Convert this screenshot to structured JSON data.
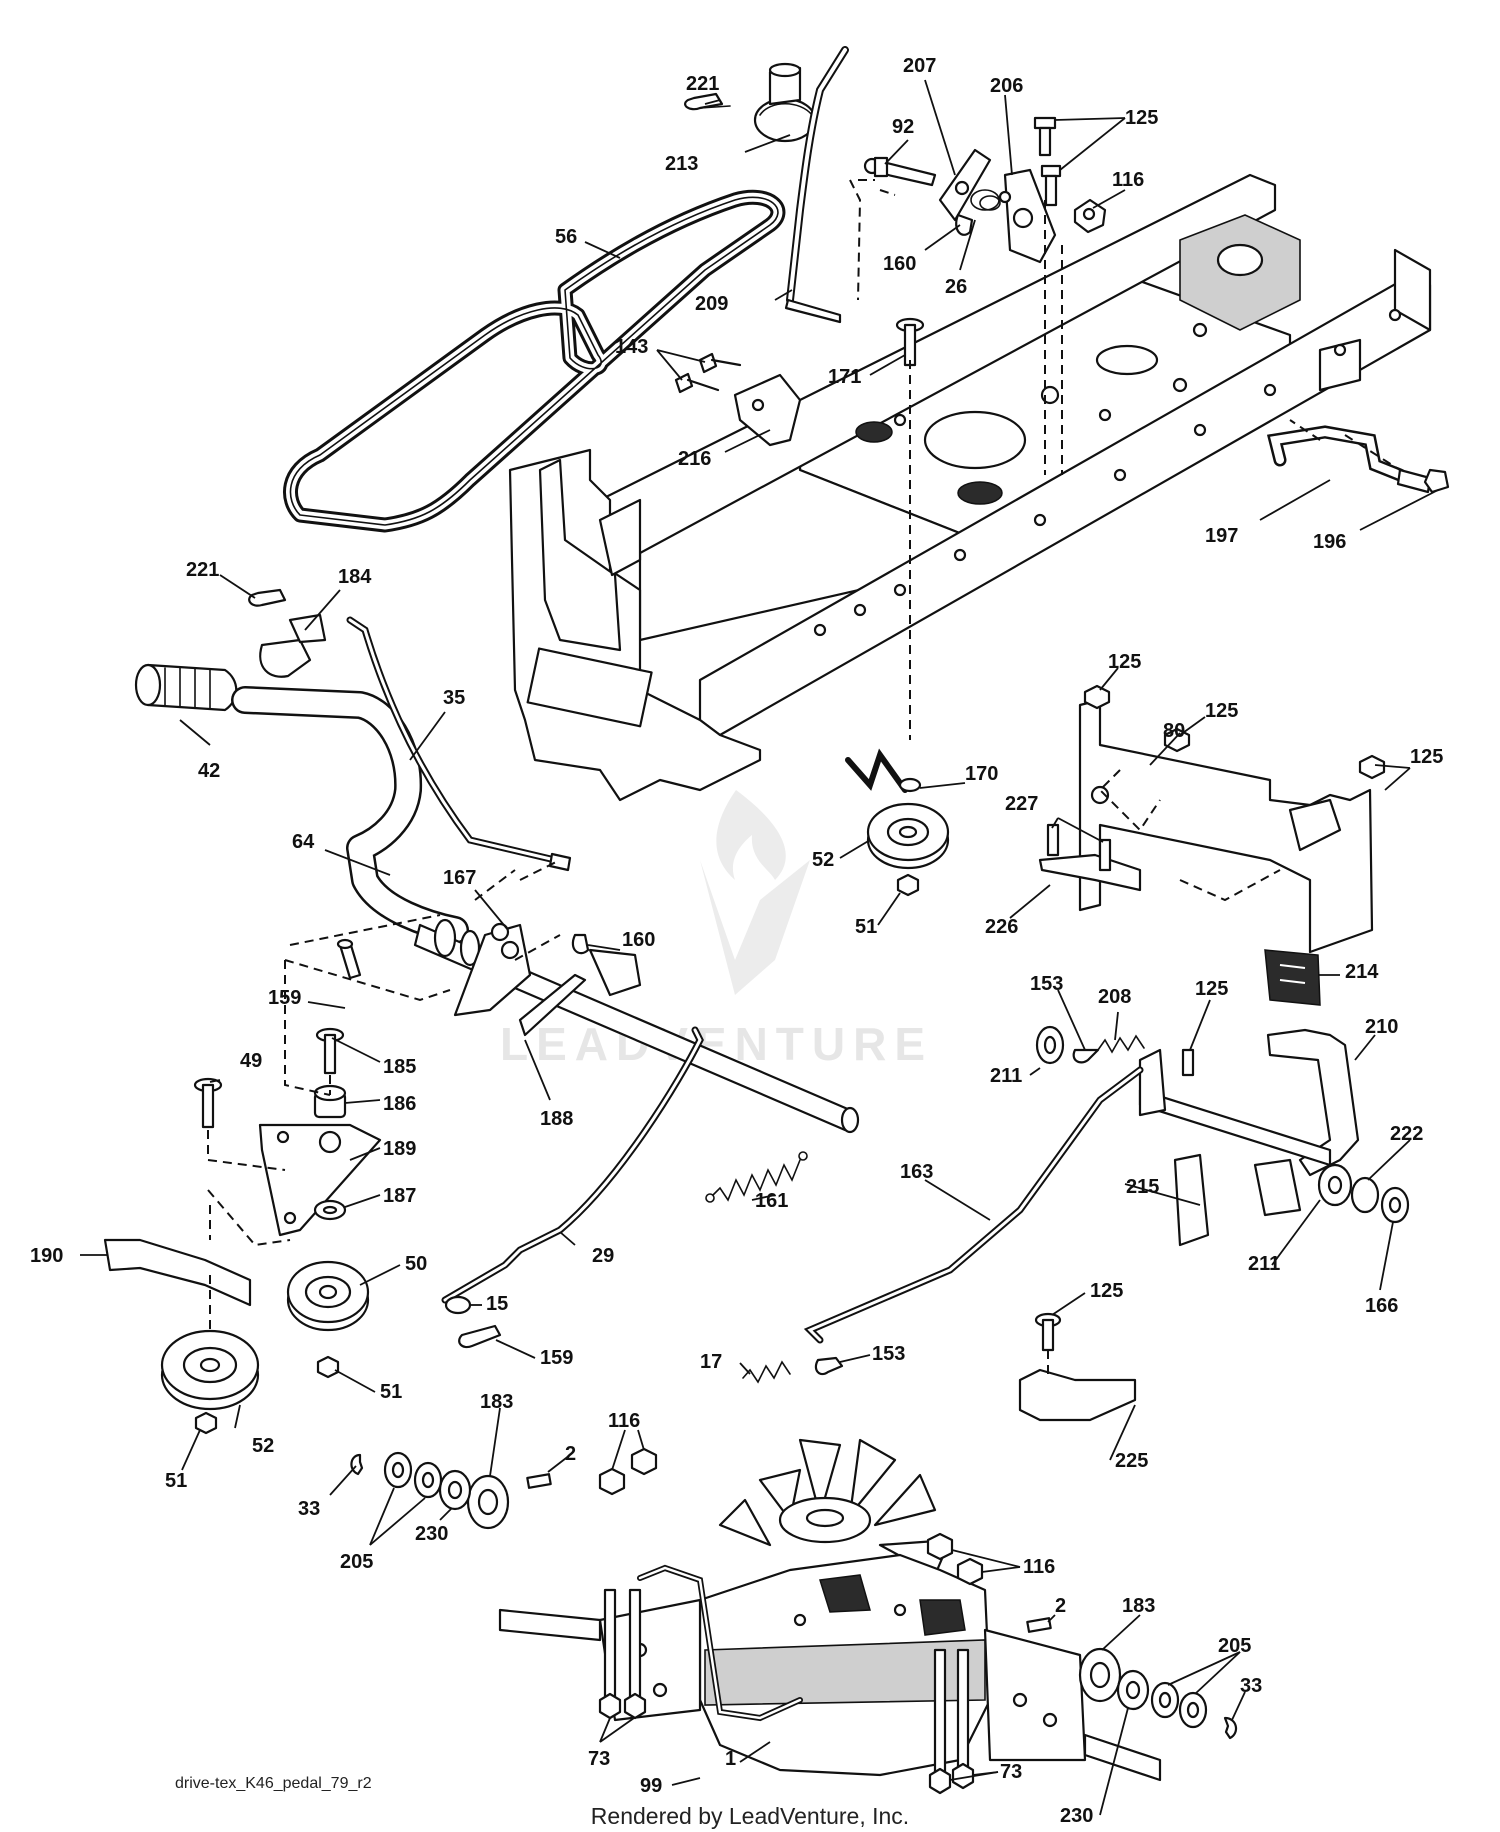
{
  "diagram": {
    "callouts": [
      {
        "id": "c221a",
        "text": "221"
      },
      {
        "id": "c213",
        "text": "213"
      },
      {
        "id": "c207",
        "text": "207"
      },
      {
        "id": "c206",
        "text": "206"
      },
      {
        "id": "c125a",
        "text": "125"
      },
      {
        "id": "c92",
        "text": "92"
      },
      {
        "id": "c116a",
        "text": "116"
      },
      {
        "id": "c56",
        "text": "56"
      },
      {
        "id": "c160a",
        "text": "160"
      },
      {
        "id": "c26",
        "text": "26"
      },
      {
        "id": "c209",
        "text": "209"
      },
      {
        "id": "c143",
        "text": "143"
      },
      {
        "id": "c171",
        "text": "171"
      },
      {
        "id": "c216",
        "text": "216"
      },
      {
        "id": "c197",
        "text": "197"
      },
      {
        "id": "c196",
        "text": "196"
      },
      {
        "id": "c221b",
        "text": "221"
      },
      {
        "id": "c184",
        "text": "184"
      },
      {
        "id": "c35",
        "text": "35"
      },
      {
        "id": "c42",
        "text": "42"
      },
      {
        "id": "c125b",
        "text": "125"
      },
      {
        "id": "c125c",
        "text": "125"
      },
      {
        "id": "c80",
        "text": "80"
      },
      {
        "id": "c125d",
        "text": "125"
      },
      {
        "id": "c170",
        "text": "170"
      },
      {
        "id": "c227",
        "text": "227"
      },
      {
        "id": "c64",
        "text": "64"
      },
      {
        "id": "c167",
        "text": "167"
      },
      {
        "id": "c52a",
        "text": "52"
      },
      {
        "id": "c159a",
        "text": "159"
      },
      {
        "id": "c160b",
        "text": "160"
      },
      {
        "id": "c51a",
        "text": "51"
      },
      {
        "id": "c226",
        "text": "226"
      },
      {
        "id": "c214",
        "text": "214"
      },
      {
        "id": "c153a",
        "text": "153"
      },
      {
        "id": "c208",
        "text": "208"
      },
      {
        "id": "c125e",
        "text": "125"
      },
      {
        "id": "c49",
        "text": "49"
      },
      {
        "id": "c185",
        "text": "185"
      },
      {
        "id": "c210",
        "text": "210"
      },
      {
        "id": "c211a",
        "text": "211"
      },
      {
        "id": "c186",
        "text": "186"
      },
      {
        "id": "c188",
        "text": "188"
      },
      {
        "id": "c189",
        "text": "189"
      },
      {
        "id": "c163",
        "text": "163"
      },
      {
        "id": "c222",
        "text": "222"
      },
      {
        "id": "c187",
        "text": "187"
      },
      {
        "id": "c161",
        "text": "161"
      },
      {
        "id": "c215",
        "text": "215"
      },
      {
        "id": "c190",
        "text": "190"
      },
      {
        "id": "c50",
        "text": "50"
      },
      {
        "id": "c29",
        "text": "29"
      },
      {
        "id": "c211b",
        "text": "211"
      },
      {
        "id": "c166",
        "text": "166"
      },
      {
        "id": "c15",
        "text": "15"
      },
      {
        "id": "c125f",
        "text": "125"
      },
      {
        "id": "c159b",
        "text": "159"
      },
      {
        "id": "c17",
        "text": "17"
      },
      {
        "id": "c153b",
        "text": "153"
      },
      {
        "id": "c51b",
        "text": "51"
      },
      {
        "id": "c183a",
        "text": "183"
      },
      {
        "id": "c116b",
        "text": "116"
      },
      {
        "id": "c2a",
        "text": "2"
      },
      {
        "id": "c225",
        "text": "225"
      },
      {
        "id": "c52b",
        "text": "52"
      },
      {
        "id": "c51c",
        "text": "51"
      },
      {
        "id": "c33a",
        "text": "33"
      },
      {
        "id": "c230a",
        "text": "230"
      },
      {
        "id": "c205a",
        "text": "205"
      },
      {
        "id": "c116c",
        "text": "116"
      },
      {
        "id": "c183b",
        "text": "183"
      },
      {
        "id": "c2b",
        "text": "2"
      },
      {
        "id": "c1",
        "text": "1"
      },
      {
        "id": "c205b",
        "text": "205"
      },
      {
        "id": "c73a",
        "text": "73"
      },
      {
        "id": "c33b",
        "text": "33"
      },
      {
        "id": "c99",
        "text": "99"
      },
      {
        "id": "c73b",
        "text": "73"
      },
      {
        "id": "c230b",
        "text": "230"
      }
    ],
    "file_label": "drive-tex_K46_pedal_79_r2",
    "credit": "Rendered by LeadVenture, Inc.",
    "watermark": "LEADVENTURE"
  },
  "colors": {
    "line": "#111111",
    "background": "#ffffff",
    "watermark": "#ececec"
  }
}
